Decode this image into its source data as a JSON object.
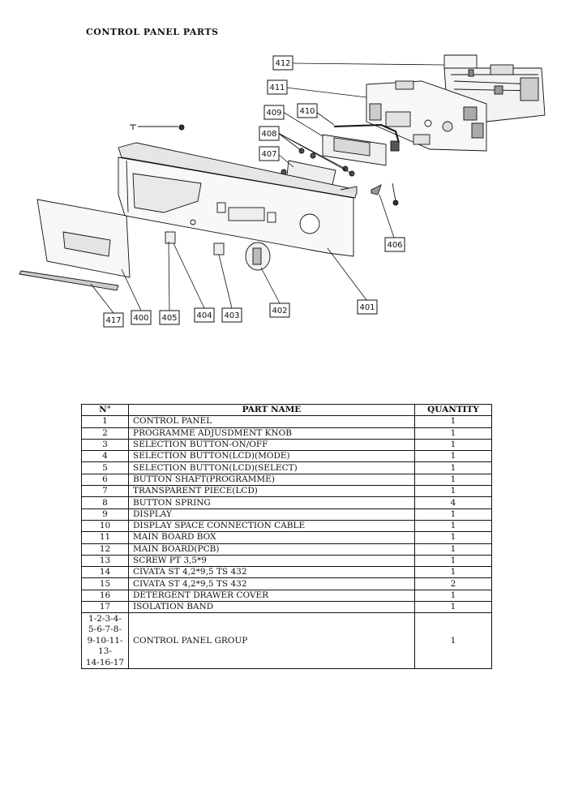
{
  "title": "CONTROL PANEL PARTS",
  "diagram": {
    "callouts": [
      "412",
      "411",
      "409",
      "410",
      "408",
      "407",
      "406",
      "401",
      "402",
      "403",
      "404",
      "405",
      "400",
      "417"
    ]
  },
  "table": {
    "headers": {
      "no": "N°",
      "name": "PART NAME",
      "qty": "QUANTITY"
    },
    "rows": [
      {
        "no": "1",
        "name": "CONTROL PANEL",
        "qty": "1"
      },
      {
        "no": "2",
        "name": "PROGRAMME ADJUSDMENT KNOB",
        "qty": "1"
      },
      {
        "no": "3",
        "name": "SELECTION BUTTON-ON/OFF",
        "qty": "1"
      },
      {
        "no": "4",
        "name": "SELECTION BUTTON(LCD)(MODE)",
        "qty": "1"
      },
      {
        "no": "5",
        "name": "SELECTION BUTTON(LCD)(SELECT)",
        "qty": "1"
      },
      {
        "no": "6",
        "name": "BUTTON SHAFT(PROGRAMME)",
        "qty": "1"
      },
      {
        "no": "7",
        "name": "TRANSPARENT PIECE(LCD)",
        "qty": "1"
      },
      {
        "no": "8",
        "name": "BUTTON SPRING",
        "qty": "4"
      },
      {
        "no": "9",
        "name": "DISPLAY",
        "qty": "1"
      },
      {
        "no": "10",
        "name": "DISPLAY SPACE CONNECTION CABLE",
        "qty": "1"
      },
      {
        "no": "11",
        "name": "MAIN BOARD BOX",
        "qty": "1"
      },
      {
        "no": "12",
        "name": "MAIN BOARD(PCB)",
        "qty": "1"
      },
      {
        "no": "13",
        "name": "SCREW PT 3,5*9",
        "qty": "1"
      },
      {
        "no": "14",
        "name": "CIVATA ST 4,2*9,5 TS 432",
        "qty": "1"
      },
      {
        "no": "15",
        "name": "CIVATA ST 4,2*9,5 TS 432",
        "qty": "2"
      },
      {
        "no": "16",
        "name": "DETERGENT DRAWER COVER",
        "qty": "1"
      },
      {
        "no": "17",
        "name": "ISOLATION BAND",
        "qty": "1"
      }
    ],
    "group": {
      "no_lines": [
        "1-2-3-4-",
        "5-6-7-8-",
        "9-10-11-",
        "13-",
        "14-16-17"
      ],
      "name": "CONTROL PANEL GROUP",
      "qty": "1"
    }
  }
}
